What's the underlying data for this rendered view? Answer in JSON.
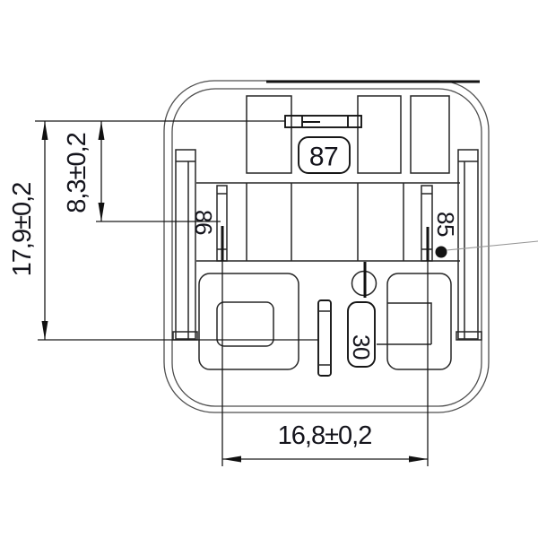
{
  "drawing": {
    "kind": "relay-bottom-view-dimension-drawing",
    "background": "#ffffff",
    "line_color": "#262626",
    "outline_color": "#4e4e4e",
    "leader_color": "#969696",
    "text_color": "#14141c",
    "pins": {
      "p87": "87",
      "p86": "86",
      "p85": "85",
      "p30": "30"
    },
    "dims": {
      "height": "17,9±0,2",
      "upper": "8,3±0,2",
      "width": "16,8±0,2"
    }
  }
}
